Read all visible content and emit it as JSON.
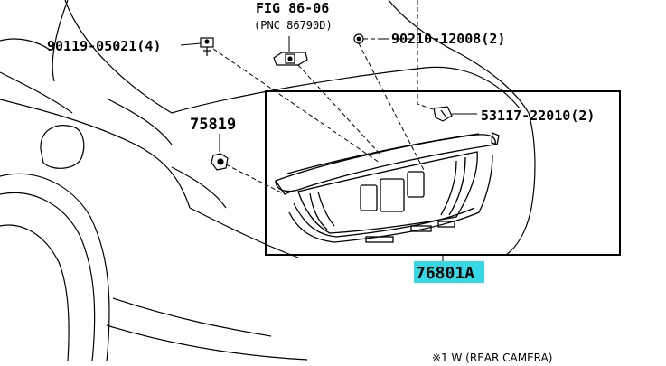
{
  "labels": {
    "fig_ref": "FIG 86-06",
    "pnc_ref": "(PNC 86790D)",
    "part_90119": "90119-05021(4)",
    "part_90210": "90210-12008(2)",
    "part_75819": "75819",
    "part_53117": "53117-22010(2)",
    "part_76801a": "76801A",
    "footnote": "※1 W (REAR CAMERA)"
  },
  "colors": {
    "line": "#000000",
    "highlight": "#35d9e6",
    "background": "#ffffff"
  }
}
